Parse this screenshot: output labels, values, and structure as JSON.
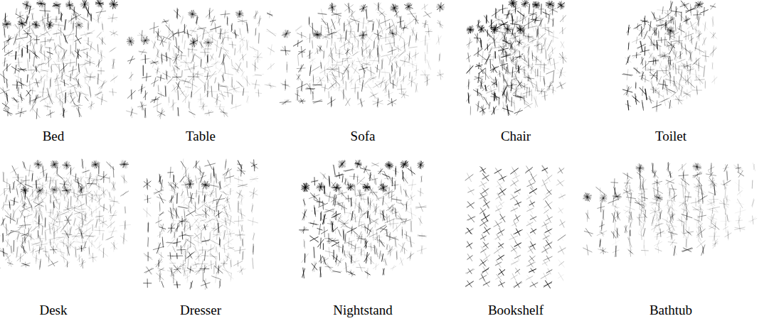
{
  "diagram": {
    "labels": [
      "Bed",
      "Table",
      "Sofa",
      "Chair",
      "Toilet",
      "Desk",
      "Dresser",
      "Nightstand",
      "Bookshelf",
      "Bathtub"
    ]
  }
}
